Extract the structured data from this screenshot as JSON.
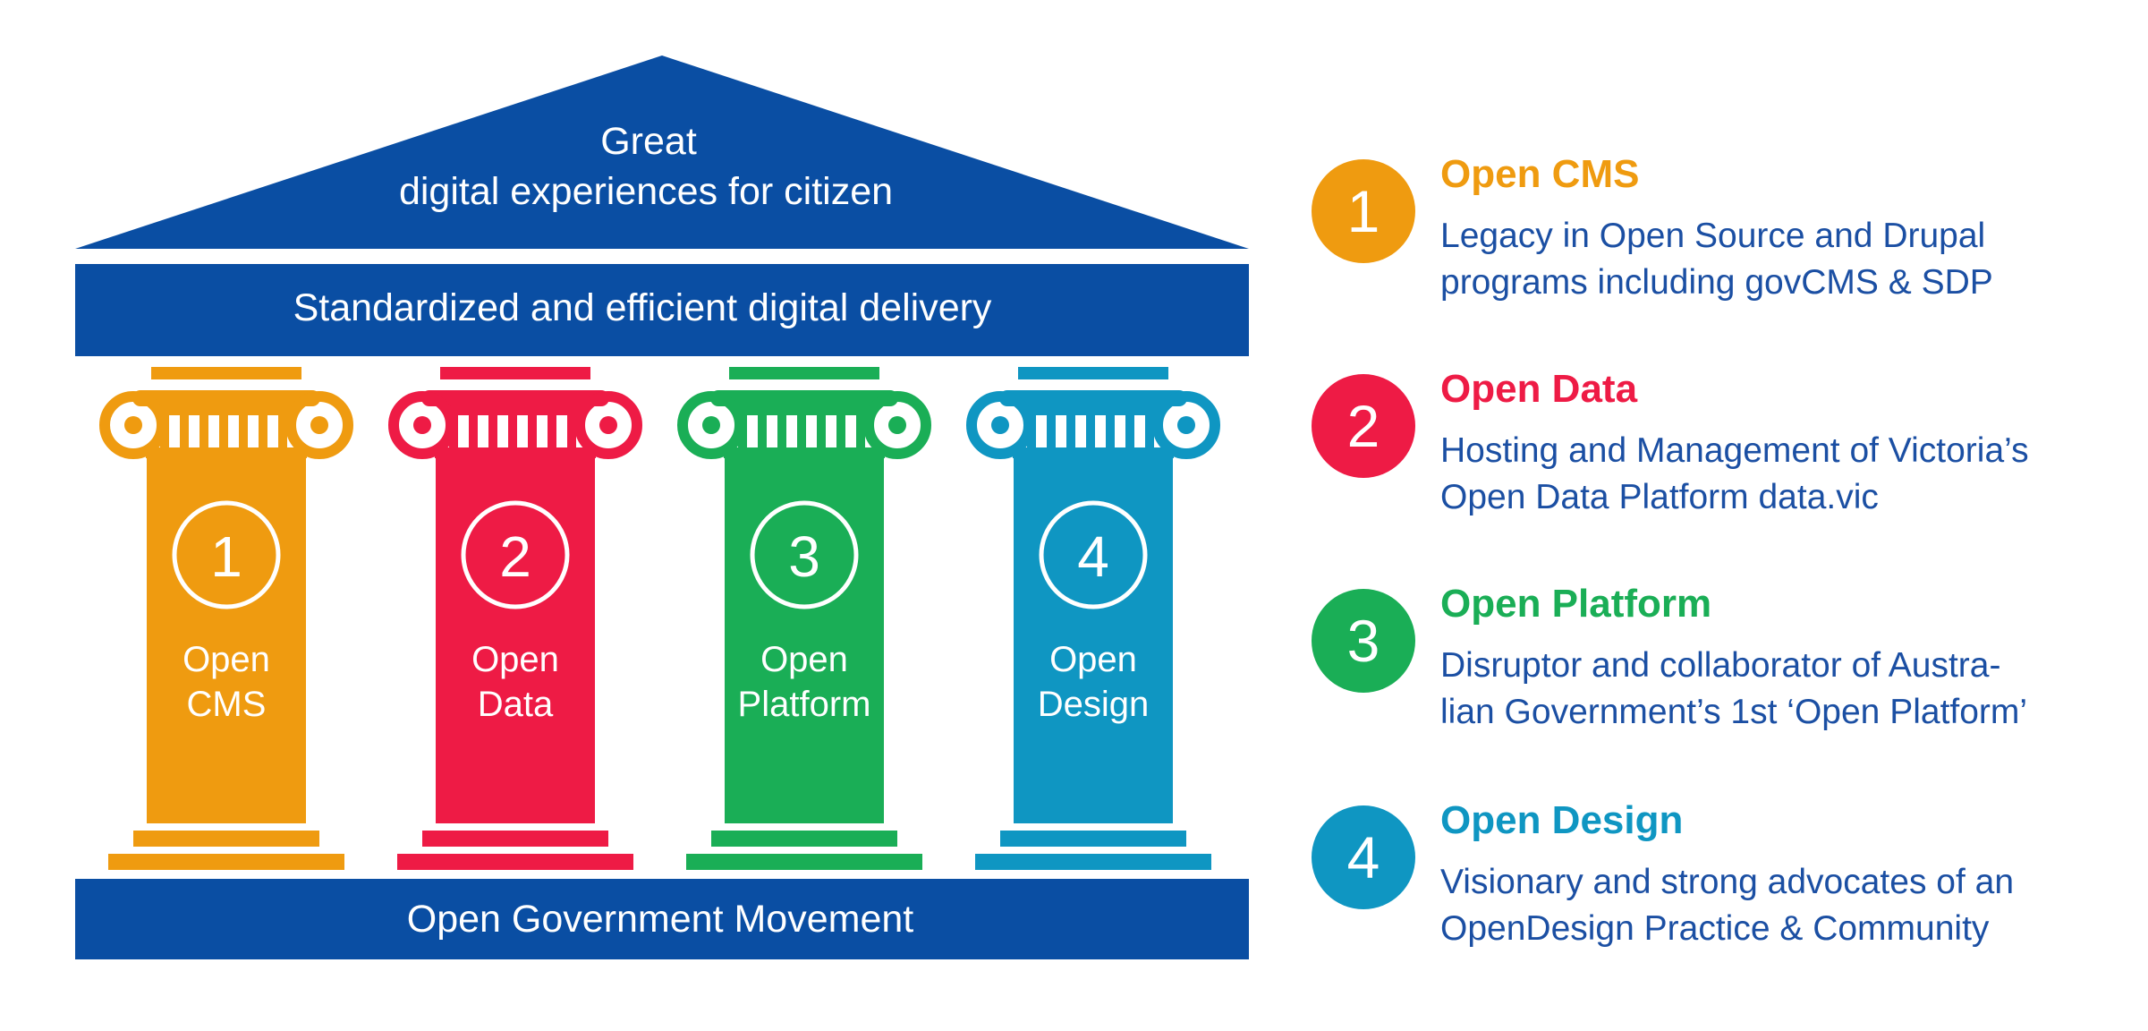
{
  "colors": {
    "navy": "#0a4ea3",
    "text_blue": "#1b4fa3",
    "pillar_1": "#ef9b10",
    "pillar_2": "#ee1b45",
    "pillar_3": "#1aae56",
    "pillar_4": "#0f96c2"
  },
  "temple": {
    "roof_line_1": "Great",
    "roof_line_2": "digital experiences for citizen",
    "beam": "Standardized and efficient digital delivery",
    "base": "Open Government Movement"
  },
  "pillars": [
    {
      "number": "1",
      "line1": "Open",
      "line2": "CMS",
      "color": "#ef9b10"
    },
    {
      "number": "2",
      "line1": "Open",
      "line2": "Data",
      "color": "#ee1b45"
    },
    {
      "number": "3",
      "line1": "Open",
      "line2": "Platform",
      "color": "#1aae56"
    },
    {
      "number": "4",
      "line1": "Open",
      "line2": "Design",
      "color": "#0f96c2"
    }
  ],
  "legend": [
    {
      "number": "1",
      "title": "Open CMS",
      "color": "#ef9b10",
      "desc_line1": "Legacy in Open Source and Drupal",
      "desc_line2": "programs including govCMS & SDP"
    },
    {
      "number": "2",
      "title": "Open Data",
      "color": "#ee1b45",
      "desc_line1": "Hosting and Management of Victoria’s",
      "desc_line2": "Open Data Platform data.vic"
    },
    {
      "number": "3",
      "title": "Open Platform",
      "color": "#1aae56",
      "desc_line1": "Disruptor and collaborator of Austra-",
      "desc_line2": "lian Government’s 1st ‘Open Platform’"
    },
    {
      "number": "4",
      "title": "Open Design",
      "color": "#0f96c2",
      "desc_line1": "Visionary and strong advocates of an",
      "desc_line2": "OpenDesign Practice & Community"
    }
  ]
}
